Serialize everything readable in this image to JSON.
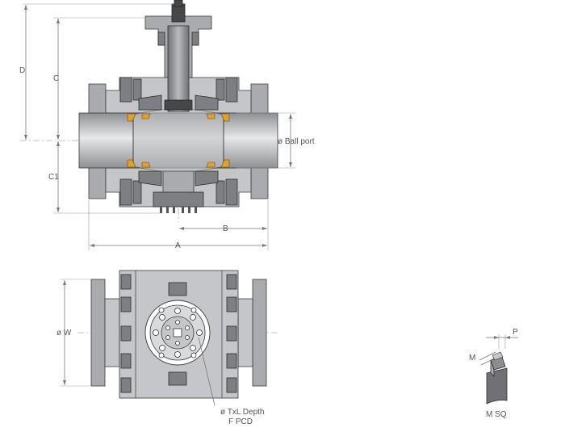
{
  "labels": {
    "d": "D",
    "c": "C",
    "c1": "C1",
    "ball_port": "ø Ball port",
    "b": "B",
    "a": "A",
    "w": "ø W",
    "txl_depth": "ø TxL Depth",
    "f_pcd": "F PCD",
    "p": "P",
    "m": "M",
    "m_sq": "M SQ"
  },
  "colors": {
    "metal": "#a9abae",
    "seat": "#e0a12a",
    "dark": "#454749"
  }
}
